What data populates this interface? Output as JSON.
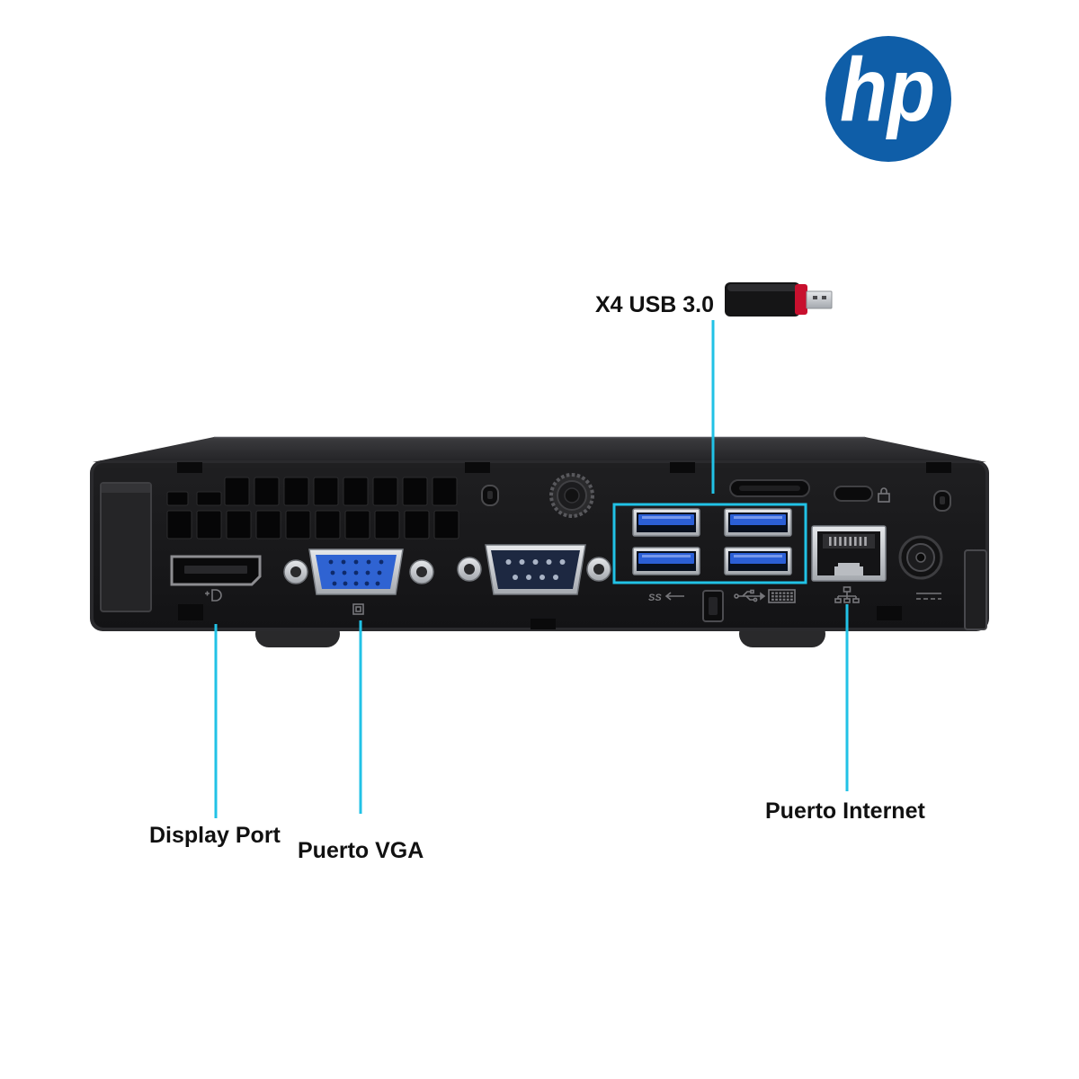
{
  "brand": {
    "logo_text": "hp",
    "logo_icon": "hp-logo-icon"
  },
  "callouts": {
    "usb": {
      "label": "X4 USB 3.0",
      "icon": "usb-flash-drive-icon"
    },
    "display_port": {
      "label": "Display Port"
    },
    "vga": {
      "label": "Puerto VGA"
    },
    "internet": {
      "label": "Puerto Internet"
    }
  },
  "port_markings": {
    "usb_superspeed_logo": "SS"
  },
  "icons": [
    "displayport-icon",
    "vga-icon",
    "usb-superspeed-icon",
    "usb-icon",
    "keyboard-icon",
    "network-icon",
    "dc-power-icon",
    "padlock-icon"
  ],
  "colors": {
    "background": "#ffffff",
    "hp_blue": "#0f5ea8",
    "callout": "#21c2e6",
    "label_text": "#111111",
    "chassis": "#2a2a2d",
    "vga_blue": "#2f63d2",
    "usb_blue": "#2b5fd6",
    "flash_drive_red": "#c8102e"
  }
}
